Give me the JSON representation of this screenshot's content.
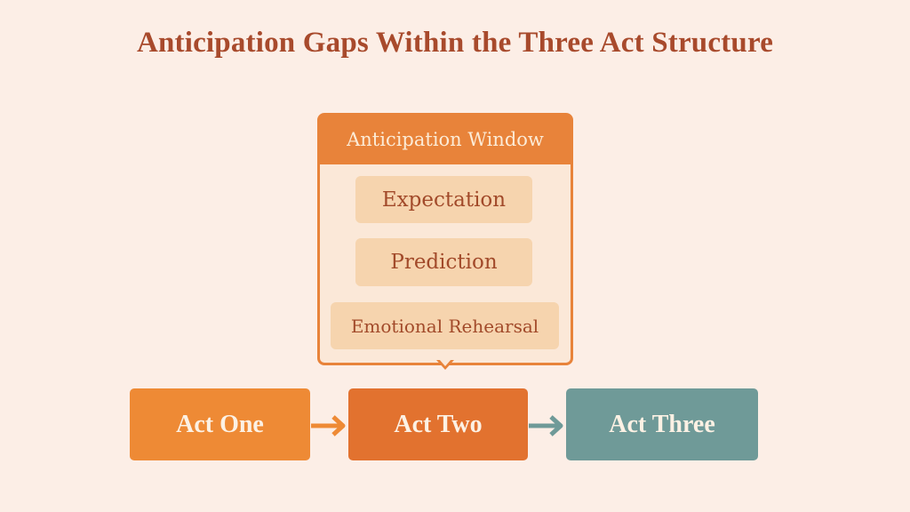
{
  "title": "Anticipation Gaps Within the Three Act Structure",
  "anticipation_window": {
    "header": "Anticipation Window",
    "items": [
      {
        "label": "Expectation"
      },
      {
        "label": "Prediction"
      },
      {
        "label": "Emotional Rehearsal"
      }
    ],
    "colors": {
      "border": "#E8833A",
      "body": "#FBE8D8",
      "item": "#F6D4AE",
      "item_text": "#A24A2A"
    }
  },
  "acts": [
    {
      "label": "Act One",
      "color": "#EE8A35"
    },
    {
      "label": "Act Two",
      "color": "#E2722F"
    },
    {
      "label": "Act Three",
      "color": "#6F9A98"
    }
  ],
  "arrows": [
    {
      "from": "Act One",
      "to": "Act Two",
      "color": "#EE8A35"
    },
    {
      "from": "Act Two",
      "to": "Act Three",
      "color": "#6F9A98"
    }
  ],
  "colors": {
    "background": "#FCEEE6",
    "title": "#A84A2C"
  }
}
